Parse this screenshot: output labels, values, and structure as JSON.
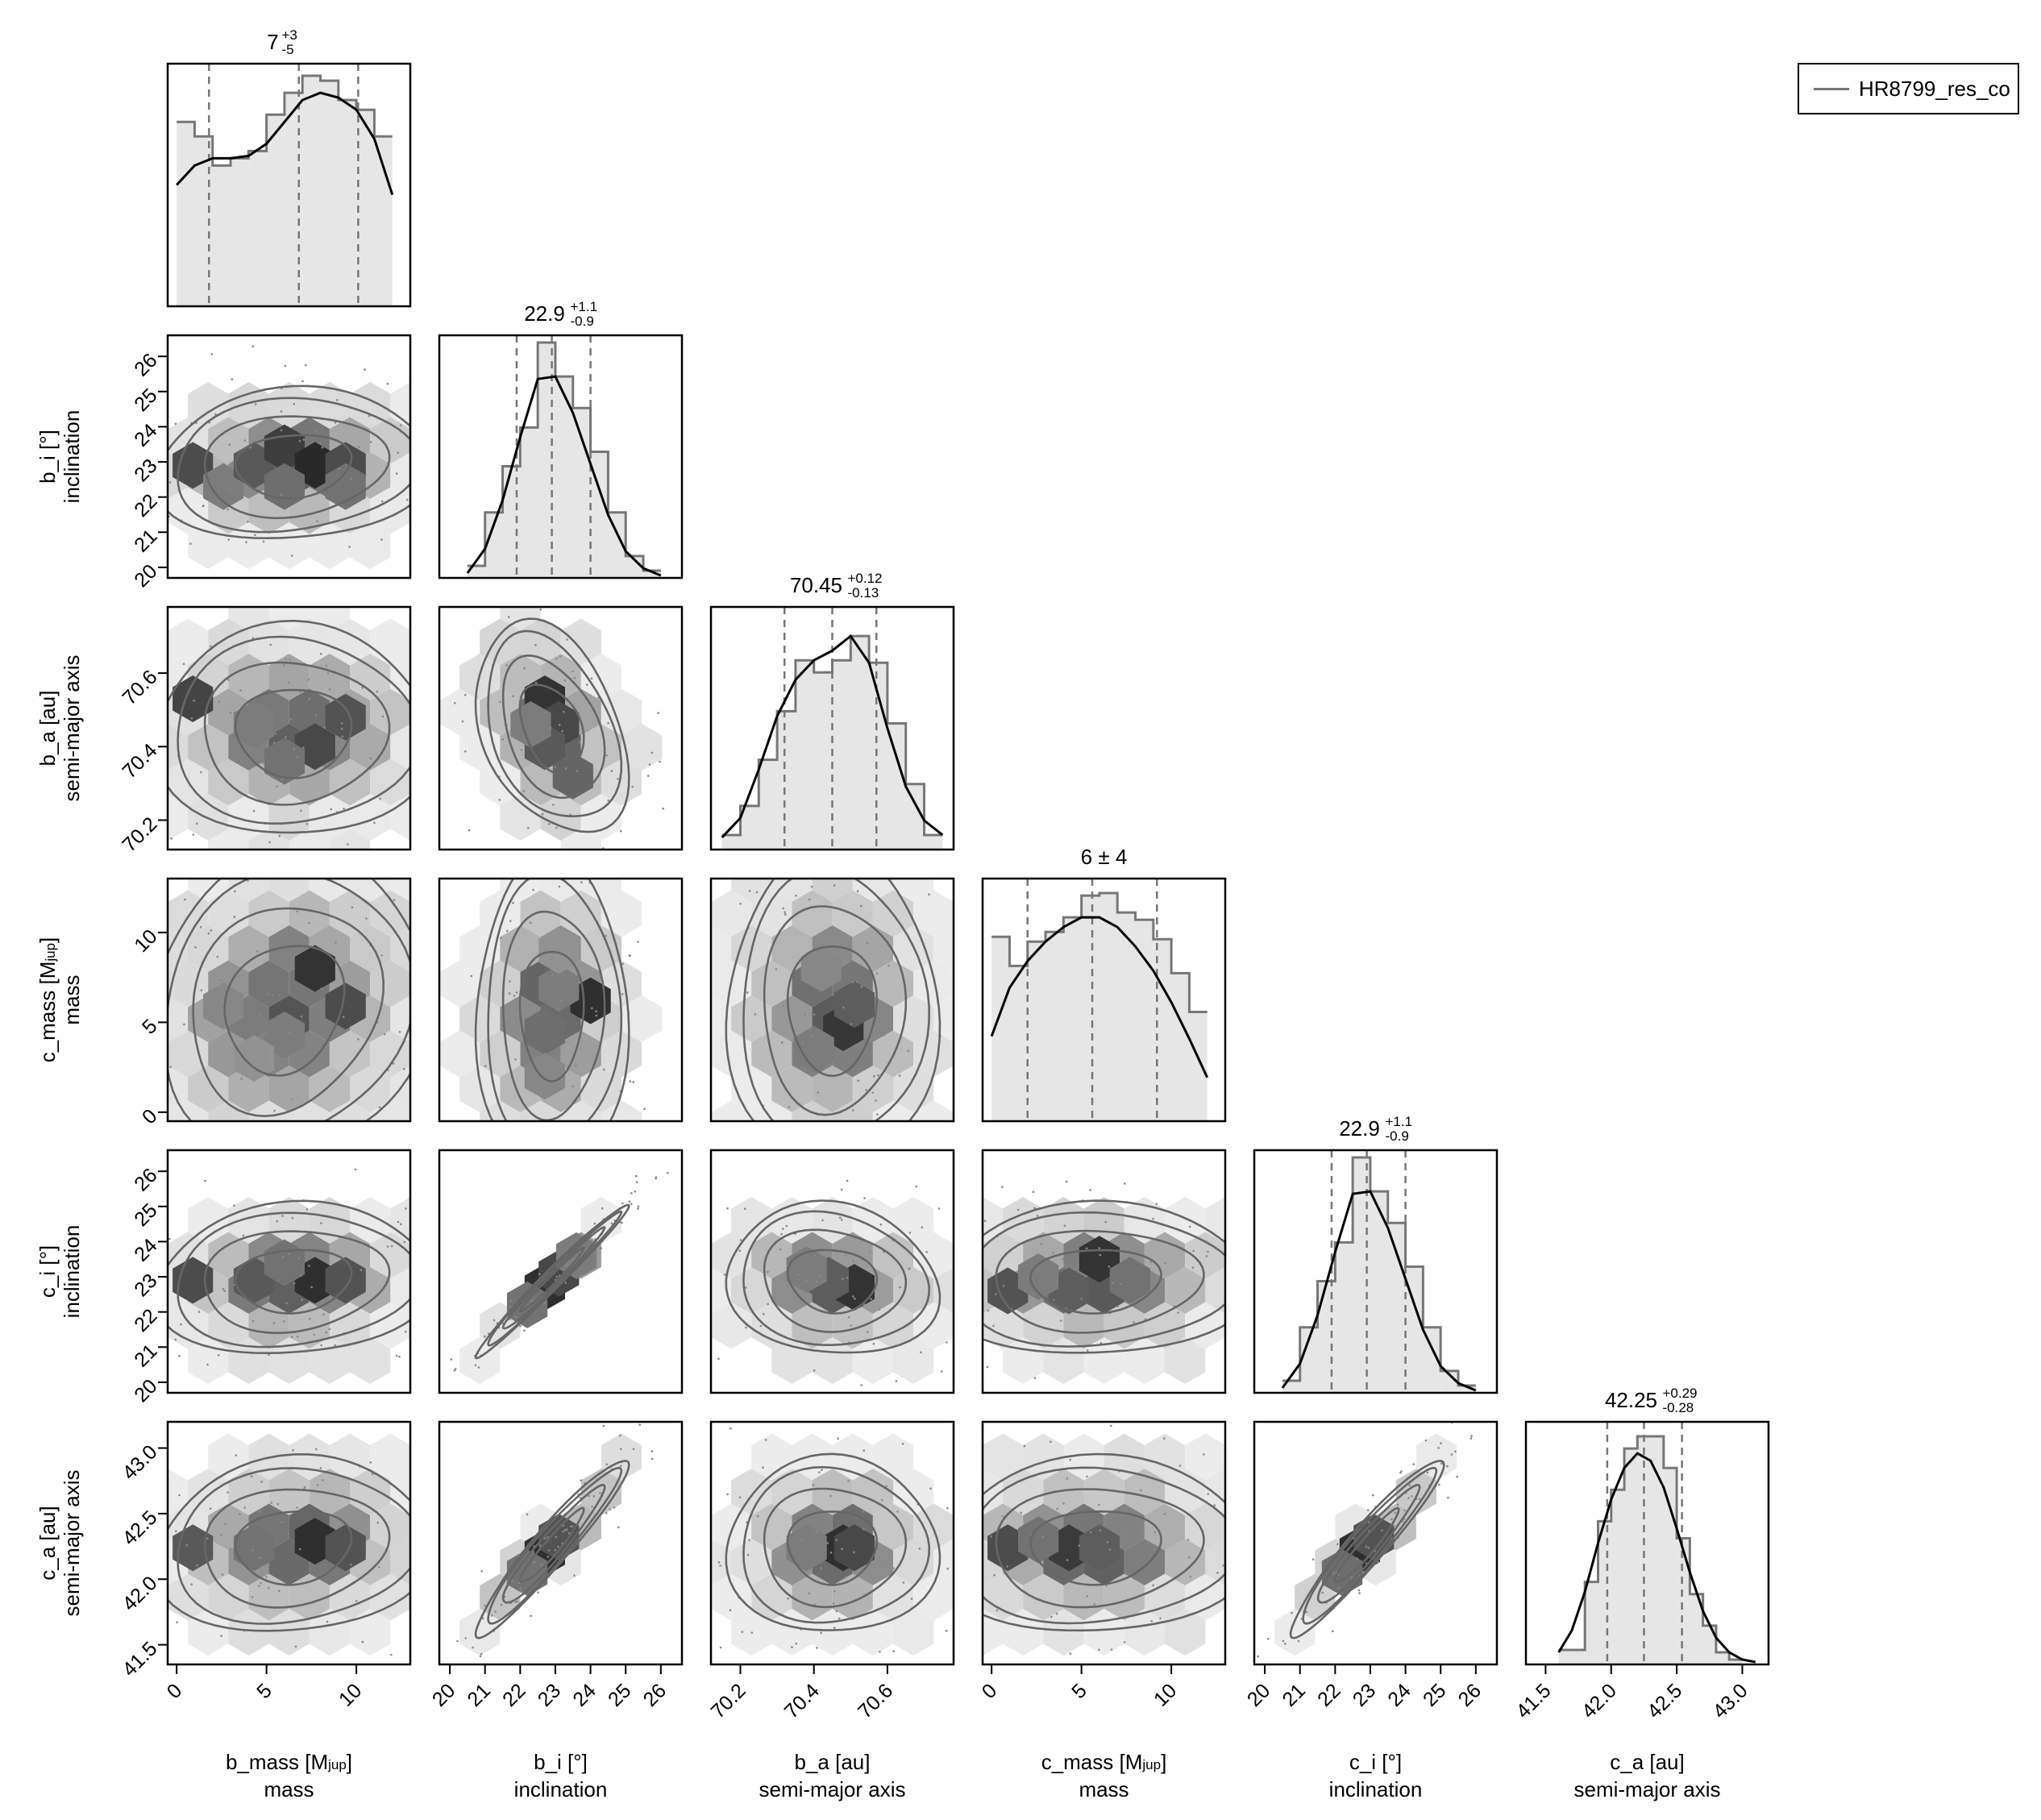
{
  "chart_data": {
    "type": "corner",
    "legend": {
      "entries": [
        "HR8799_res_co"
      ],
      "placement": "top-right",
      "line_color": "#777777"
    },
    "colors": {
      "hist_fill": "#e6e6e6",
      "hist_step": "#777777",
      "kde": "#000000",
      "quantile_line": "#777777",
      "contour": "#666666",
      "hex_dark": "#1e1e1e"
    },
    "parameters": [
      {
        "key": "b_mass",
        "xlabel": "b_mass [Mjup]",
        "label_name": "b_mass [M",
        "label_sub": "jup",
        "label_close": "]",
        "description": "mass",
        "range": [
          -0.5,
          13
        ],
        "ticks": [
          0,
          5,
          10
        ],
        "tick_labels": [
          "0",
          "5",
          "10"
        ],
        "title_main": "7",
        "title_plus": "+3",
        "title_minus": "-5",
        "quantiles": [
          1.8,
          6.8,
          10.1
        ],
        "hist": {
          "edges": [
            0,
            1,
            2,
            3,
            4,
            5,
            6,
            7,
            8,
            9,
            10,
            11,
            12
          ],
          "values": [
            0.76,
            0.7,
            0.58,
            0.61,
            0.64,
            0.79,
            0.88,
            0.95,
            0.93,
            0.85,
            0.81,
            0.7
          ]
        },
        "kde": {
          "x": [
            0,
            1,
            2,
            3,
            4,
            5,
            6,
            7,
            8,
            9,
            10,
            11,
            12
          ],
          "y": [
            0.5,
            0.58,
            0.61,
            0.61,
            0.62,
            0.67,
            0.76,
            0.85,
            0.88,
            0.86,
            0.81,
            0.69,
            0.46
          ]
        }
      },
      {
        "key": "b_i",
        "xlabel": "b_i [°]",
        "description": "inclination",
        "range": [
          19.7,
          26.6
        ],
        "ticks": [
          20,
          21,
          22,
          23,
          24,
          25,
          26
        ],
        "tick_labels": [
          "20",
          "21",
          "22",
          "23",
          "24",
          "25",
          "26"
        ],
        "title_main": "22.9",
        "title_plus": "+1.1",
        "title_minus": "-0.9",
        "quantiles": [
          21.9,
          22.9,
          24.0
        ],
        "hist": {
          "edges": [
            20.5,
            21.0,
            21.5,
            22.0,
            22.5,
            23.0,
            23.5,
            24.0,
            24.5,
            25.0,
            25.5,
            26.0
          ],
          "values": [
            0.05,
            0.27,
            0.46,
            0.62,
            0.97,
            0.83,
            0.7,
            0.52,
            0.27,
            0.09,
            0.03
          ]
        },
        "kde": {
          "x": [
            20.5,
            21.0,
            21.5,
            22.0,
            22.5,
            23.0,
            23.5,
            24.0,
            24.5,
            25.0,
            25.5,
            26.0
          ],
          "y": [
            0.02,
            0.12,
            0.32,
            0.58,
            0.82,
            0.83,
            0.68,
            0.47,
            0.26,
            0.11,
            0.04,
            0.01
          ]
        }
      },
      {
        "key": "b_a",
        "xlabel": "b_a [au]",
        "description": "semi-major axis",
        "range": [
          70.12,
          70.78
        ],
        "ticks": [
          70.2,
          70.4,
          70.6
        ],
        "tick_labels": [
          "70.2",
          "70.4",
          "70.6"
        ],
        "title_main": "70.45",
        "title_plus": "+0.12",
        "title_minus": "-0.13",
        "quantiles": [
          70.32,
          70.45,
          70.57
        ],
        "hist": {
          "edges": [
            70.15,
            70.2,
            70.25,
            70.3,
            70.35,
            70.4,
            70.45,
            70.5,
            70.55,
            70.6,
            70.65,
            70.7,
            70.75
          ],
          "values": [
            0.06,
            0.18,
            0.37,
            0.57,
            0.78,
            0.73,
            0.78,
            0.88,
            0.77,
            0.52,
            0.27,
            0.06
          ]
        },
        "kde": {
          "x": [
            70.15,
            70.2,
            70.25,
            70.3,
            70.35,
            70.4,
            70.45,
            70.5,
            70.55,
            70.6,
            70.65,
            70.7,
            70.75
          ],
          "y": [
            0.05,
            0.13,
            0.33,
            0.55,
            0.7,
            0.78,
            0.82,
            0.88,
            0.77,
            0.5,
            0.26,
            0.12,
            0.06
          ]
        }
      },
      {
        "key": "c_mass",
        "xlabel": "c_mass [Mjup]",
        "label_name": "c_mass [M",
        "label_sub": "jup",
        "label_close": "]",
        "description": "mass",
        "range": [
          -0.5,
          13
        ],
        "ticks": [
          0,
          5,
          10
        ],
        "tick_labels": [
          "0",
          "5",
          "10"
        ],
        "title_main": "6 ± 4",
        "title_plus": "",
        "title_minus": "",
        "quantiles": [
          2.0,
          5.6,
          9.2
        ],
        "hist": {
          "edges": [
            0,
            1,
            2,
            3,
            4,
            5,
            6,
            7,
            8,
            9,
            10,
            11,
            12
          ],
          "values": [
            0.76,
            0.64,
            0.74,
            0.78,
            0.84,
            0.93,
            0.94,
            0.86,
            0.83,
            0.75,
            0.61,
            0.45
          ]
        },
        "kde": {
          "x": [
            0,
            1,
            2,
            3,
            4,
            5,
            6,
            7,
            8,
            9,
            10,
            11,
            12
          ],
          "y": [
            0.35,
            0.55,
            0.66,
            0.74,
            0.8,
            0.84,
            0.84,
            0.8,
            0.72,
            0.62,
            0.49,
            0.34,
            0.18
          ]
        }
      },
      {
        "key": "c_i",
        "xlabel": "c_i [°]",
        "description": "inclination",
        "range": [
          19.7,
          26.6
        ],
        "ticks": [
          20,
          21,
          22,
          23,
          24,
          25,
          26
        ],
        "tick_labels": [
          "20",
          "21",
          "22",
          "23",
          "24",
          "25",
          "26"
        ],
        "title_main": "22.9",
        "title_plus": "+1.1",
        "title_minus": "-0.9",
        "quantiles": [
          21.9,
          22.9,
          24.0
        ],
        "hist": {
          "edges": [
            20.5,
            21.0,
            21.5,
            22.0,
            22.5,
            23.0,
            23.5,
            24.0,
            24.5,
            25.0,
            25.5,
            26.0
          ],
          "values": [
            0.05,
            0.27,
            0.46,
            0.62,
            0.97,
            0.83,
            0.7,
            0.52,
            0.27,
            0.09,
            0.03
          ]
        },
        "kde": {
          "x": [
            20.5,
            21.0,
            21.5,
            22.0,
            22.5,
            23.0,
            23.5,
            24.0,
            24.5,
            25.0,
            25.5,
            26.0
          ],
          "y": [
            0.02,
            0.12,
            0.32,
            0.58,
            0.82,
            0.83,
            0.68,
            0.47,
            0.26,
            0.11,
            0.04,
            0.01
          ]
        }
      },
      {
        "key": "c_a",
        "xlabel": "c_a [au]",
        "description": "semi-major axis",
        "range": [
          41.35,
          43.2
        ],
        "ticks": [
          41.5,
          42.0,
          42.5,
          43.0
        ],
        "tick_labels": [
          "41.5",
          "42.0",
          "42.5",
          "43.0"
        ],
        "title_main": "42.25",
        "title_plus": "+0.29",
        "title_minus": "-0.28",
        "quantiles": [
          41.97,
          42.25,
          42.54
        ],
        "hist": {
          "edges": [
            41.6,
            41.8,
            41.9,
            42.0,
            42.1,
            42.2,
            42.3,
            42.4,
            42.5,
            42.6,
            42.7,
            42.8,
            42.9,
            43.0
          ],
          "values": [
            0.06,
            0.34,
            0.59,
            0.72,
            0.89,
            0.94,
            0.94,
            0.81,
            0.52,
            0.29,
            0.16,
            0.05,
            0.02
          ]
        },
        "kde": {
          "x": [
            41.6,
            41.7,
            41.8,
            41.9,
            42.0,
            42.1,
            42.2,
            42.3,
            42.4,
            42.5,
            42.6,
            42.7,
            42.8,
            42.9,
            43.0,
            43.1
          ],
          "y": [
            0.05,
            0.14,
            0.3,
            0.5,
            0.68,
            0.81,
            0.87,
            0.84,
            0.73,
            0.56,
            0.38,
            0.22,
            0.11,
            0.05,
            0.02,
            0.01
          ]
        }
      }
    ],
    "pairs": [
      {
        "x": "b_mass",
        "y": "b_i",
        "mean": [
          6.5,
          22.9
        ],
        "sd": [
          3.2,
          0.9
        ],
        "corr": 0.1,
        "hex_cells": [
          [
            0.9,
            22.9,
            0.78
          ],
          [
            2.6,
            22.3,
            0.55
          ],
          [
            4.3,
            22.9,
            0.72
          ],
          [
            6.0,
            23.4,
            0.85
          ],
          [
            7.7,
            22.9,
            0.95
          ],
          [
            9.4,
            22.9,
            0.78
          ],
          [
            6.0,
            22.3,
            0.62
          ],
          [
            9.4,
            22.3,
            0.6
          ]
        ]
      },
      {
        "x": "b_mass",
        "y": "b_a",
        "mean": [
          6.5,
          70.44
        ],
        "sd": [
          3.2,
          0.12
        ],
        "corr": 0.0,
        "hex_cells": [
          [
            0.9,
            70.53,
            0.82
          ],
          [
            9.4,
            70.48,
            0.75
          ],
          [
            7.7,
            70.4,
            0.8
          ],
          [
            4.3,
            70.46,
            0.55
          ],
          [
            6.0,
            70.36,
            0.6
          ]
        ]
      },
      {
        "x": "b_i",
        "y": "b_a",
        "mean": [
          22.9,
          70.45
        ],
        "sd": [
          0.9,
          0.12
        ],
        "corr": -0.35,
        "hex_cells": [
          [
            22.7,
            70.53,
            0.9
          ],
          [
            23.1,
            70.46,
            0.8
          ],
          [
            22.7,
            70.4,
            0.72
          ],
          [
            23.5,
            70.32,
            0.66
          ],
          [
            22.3,
            70.46,
            0.55
          ]
        ]
      },
      {
        "x": "b_mass",
        "y": "c_mass",
        "mean": [
          6.0,
          5.8
        ],
        "sd": [
          3.3,
          3.6
        ],
        "corr": 0.15,
        "hex_cells": [
          [
            7.7,
            8.0,
            0.9
          ],
          [
            9.4,
            5.9,
            0.78
          ],
          [
            6.0,
            4.3,
            0.55
          ],
          [
            2.6,
            5.9,
            0.5
          ],
          [
            4.3,
            3.0,
            0.45
          ]
        ]
      },
      {
        "x": "b_i",
        "y": "c_mass",
        "mean": [
          22.9,
          5.5
        ],
        "sd": [
          0.9,
          3.6
        ],
        "corr": 0.0,
        "hex_cells": [
          [
            24.0,
            6.2,
            0.92
          ],
          [
            22.7,
            4.5,
            0.62
          ],
          [
            23.1,
            6.9,
            0.55
          ],
          [
            22.7,
            2.0,
            0.5
          ],
          [
            23.1,
            9.0,
            0.45
          ]
        ]
      },
      {
        "x": "b_a",
        "y": "c_mass",
        "mean": [
          70.45,
          5.8
        ],
        "sd": [
          0.12,
          3.6
        ],
        "corr": 0.0,
        "hex_cells": [
          [
            70.48,
            4.7,
            0.88
          ],
          [
            70.51,
            6.0,
            0.7
          ],
          [
            70.4,
            3.5,
            0.55
          ],
          [
            70.42,
            8.0,
            0.5
          ]
        ]
      },
      {
        "x": "b_mass",
        "y": "c_i",
        "mean": [
          6.5,
          22.9
        ],
        "sd": [
          3.2,
          0.9
        ],
        "corr": 0.1,
        "hex_cells": [
          [
            0.9,
            22.9,
            0.78
          ],
          [
            4.3,
            22.9,
            0.72
          ],
          [
            7.7,
            22.9,
            0.92
          ],
          [
            9.4,
            22.9,
            0.75
          ],
          [
            6.0,
            23.4,
            0.6
          ]
        ]
      },
      {
        "x": "b_i",
        "y": "c_i",
        "mean": [
          22.9,
          22.9
        ],
        "sd": [
          0.9,
          0.9
        ],
        "corr": 0.985,
        "hex_cells": [
          [
            22.7,
            22.7,
            0.92
          ],
          [
            23.1,
            23.1,
            0.8
          ],
          [
            22.2,
            22.2,
            0.6
          ],
          [
            23.6,
            23.6,
            0.55
          ]
        ]
      },
      {
        "x": "b_a",
        "y": "c_i",
        "mean": [
          70.45,
          22.9
        ],
        "sd": [
          0.12,
          0.9
        ],
        "corr": -0.1,
        "hex_cells": [
          [
            70.51,
            22.7,
            0.9
          ],
          [
            70.44,
            22.9,
            0.7
          ],
          [
            70.38,
            23.2,
            0.55
          ]
        ]
      },
      {
        "x": "c_mass",
        "y": "c_i",
        "mean": [
          5.8,
          22.9
        ],
        "sd": [
          3.6,
          0.9
        ],
        "corr": 0.05,
        "hex_cells": [
          [
            0.9,
            22.6,
            0.75
          ],
          [
            6.0,
            23.5,
            0.9
          ],
          [
            4.3,
            22.6,
            0.7
          ],
          [
            2.6,
            23.0,
            0.55
          ],
          [
            7.7,
            22.9,
            0.6
          ]
        ]
      },
      {
        "x": "b_mass",
        "y": "c_a",
        "mean": [
          6.5,
          42.25
        ],
        "sd": [
          3.2,
          0.28
        ],
        "corr": 0.1,
        "hex_cells": [
          [
            0.9,
            42.24,
            0.72
          ],
          [
            7.7,
            42.29,
            0.92
          ],
          [
            9.4,
            42.24,
            0.75
          ],
          [
            4.3,
            42.24,
            0.6
          ]
        ]
      },
      {
        "x": "b_i",
        "y": "c_a",
        "mean": [
          22.9,
          42.25
        ],
        "sd": [
          0.9,
          0.28
        ],
        "corr": 0.95,
        "hex_cells": [
          [
            22.7,
            42.2,
            0.92
          ],
          [
            23.1,
            42.32,
            0.75
          ],
          [
            22.2,
            42.05,
            0.6
          ]
        ]
      },
      {
        "x": "b_a",
        "y": "c_a",
        "mean": [
          70.45,
          42.25
        ],
        "sd": [
          0.12,
          0.28
        ],
        "corr": 0.0,
        "hex_cells": [
          [
            70.48,
            42.24,
            0.92
          ],
          [
            70.51,
            42.24,
            0.8
          ],
          [
            70.38,
            42.24,
            0.55
          ]
        ]
      },
      {
        "x": "c_mass",
        "y": "c_a",
        "mean": [
          5.8,
          42.25
        ],
        "sd": [
          3.6,
          0.28
        ],
        "corr": 0.05,
        "hex_cells": [
          [
            0.9,
            42.24,
            0.78
          ],
          [
            4.3,
            42.24,
            0.86
          ],
          [
            6.0,
            42.24,
            0.7
          ],
          [
            2.6,
            42.3,
            0.6
          ]
        ]
      },
      {
        "x": "c_i",
        "y": "c_a",
        "mean": [
          22.9,
          42.25
        ],
        "sd": [
          0.9,
          0.28
        ],
        "corr": 0.95,
        "hex_cells": [
          [
            22.7,
            42.22,
            0.92
          ],
          [
            23.1,
            42.32,
            0.75
          ],
          [
            22.2,
            42.05,
            0.62
          ]
        ]
      }
    ]
  }
}
